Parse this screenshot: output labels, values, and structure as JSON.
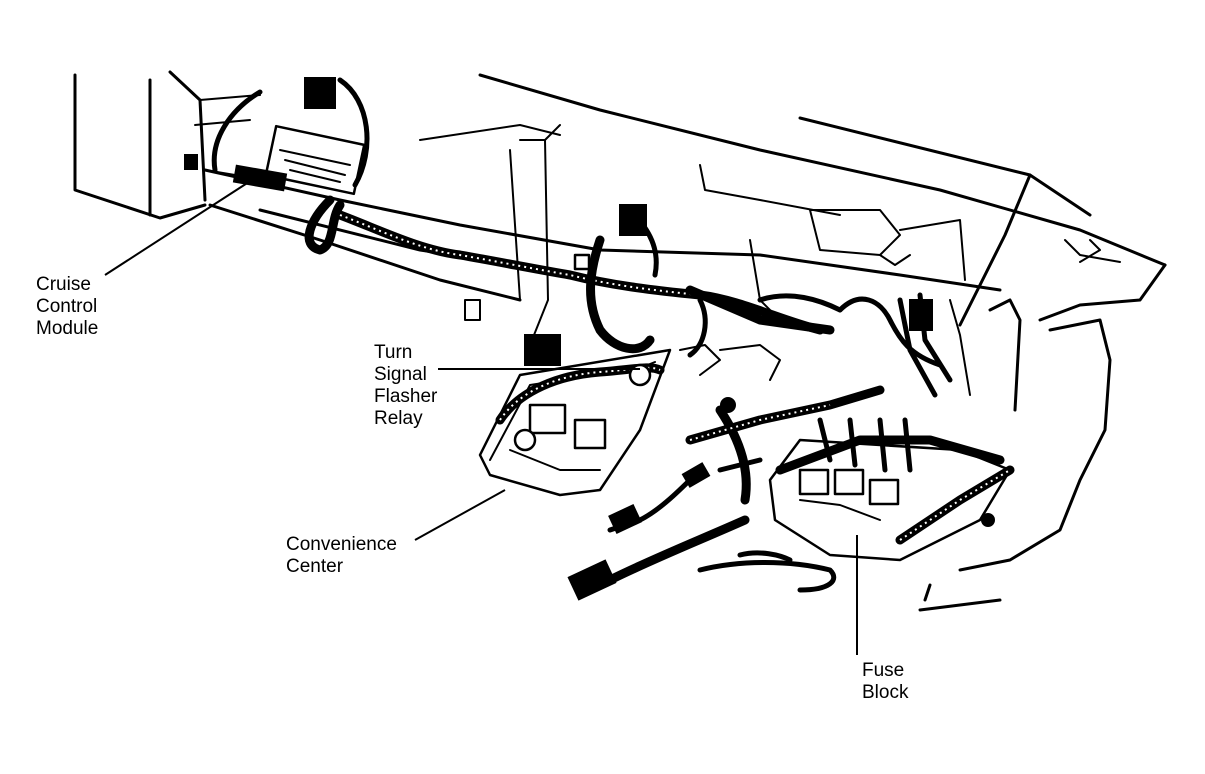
{
  "labels": {
    "cruise_control_module": [
      "Cruise",
      "Control",
      "Module"
    ],
    "turn_signal_flasher_relay": [
      "Turn",
      "Signal",
      "Flasher",
      "Relay"
    ],
    "convenience_center": [
      "Convenience",
      "Center"
    ],
    "fuse_block": [
      "Fuse",
      "Block"
    ]
  },
  "colors": {
    "ink": "#000000",
    "paper": "#ffffff"
  }
}
